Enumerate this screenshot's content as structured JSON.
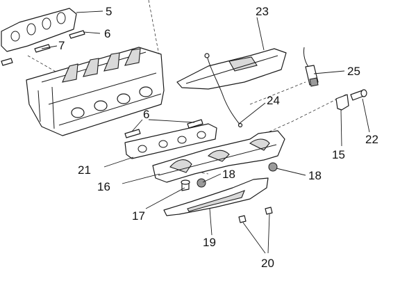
{
  "callouts": [
    {
      "id": "p5",
      "text": "5"
    },
    {
      "id": "p6a",
      "text": "6"
    },
    {
      "id": "p7",
      "text": "7"
    },
    {
      "id": "p23",
      "text": "23"
    },
    {
      "id": "p25",
      "text": "25"
    },
    {
      "id": "p24",
      "text": "24"
    },
    {
      "id": "p6b",
      "text": "6"
    },
    {
      "id": "p15",
      "text": "15"
    },
    {
      "id": "p22",
      "text": "22"
    },
    {
      "id": "p21",
      "text": "21"
    },
    {
      "id": "p18a",
      "text": "18"
    },
    {
      "id": "p18b",
      "text": "18"
    },
    {
      "id": "p16",
      "text": "16"
    },
    {
      "id": "p17",
      "text": "17"
    },
    {
      "id": "p19",
      "text": "19"
    },
    {
      "id": "p20",
      "text": "20"
    }
  ]
}
